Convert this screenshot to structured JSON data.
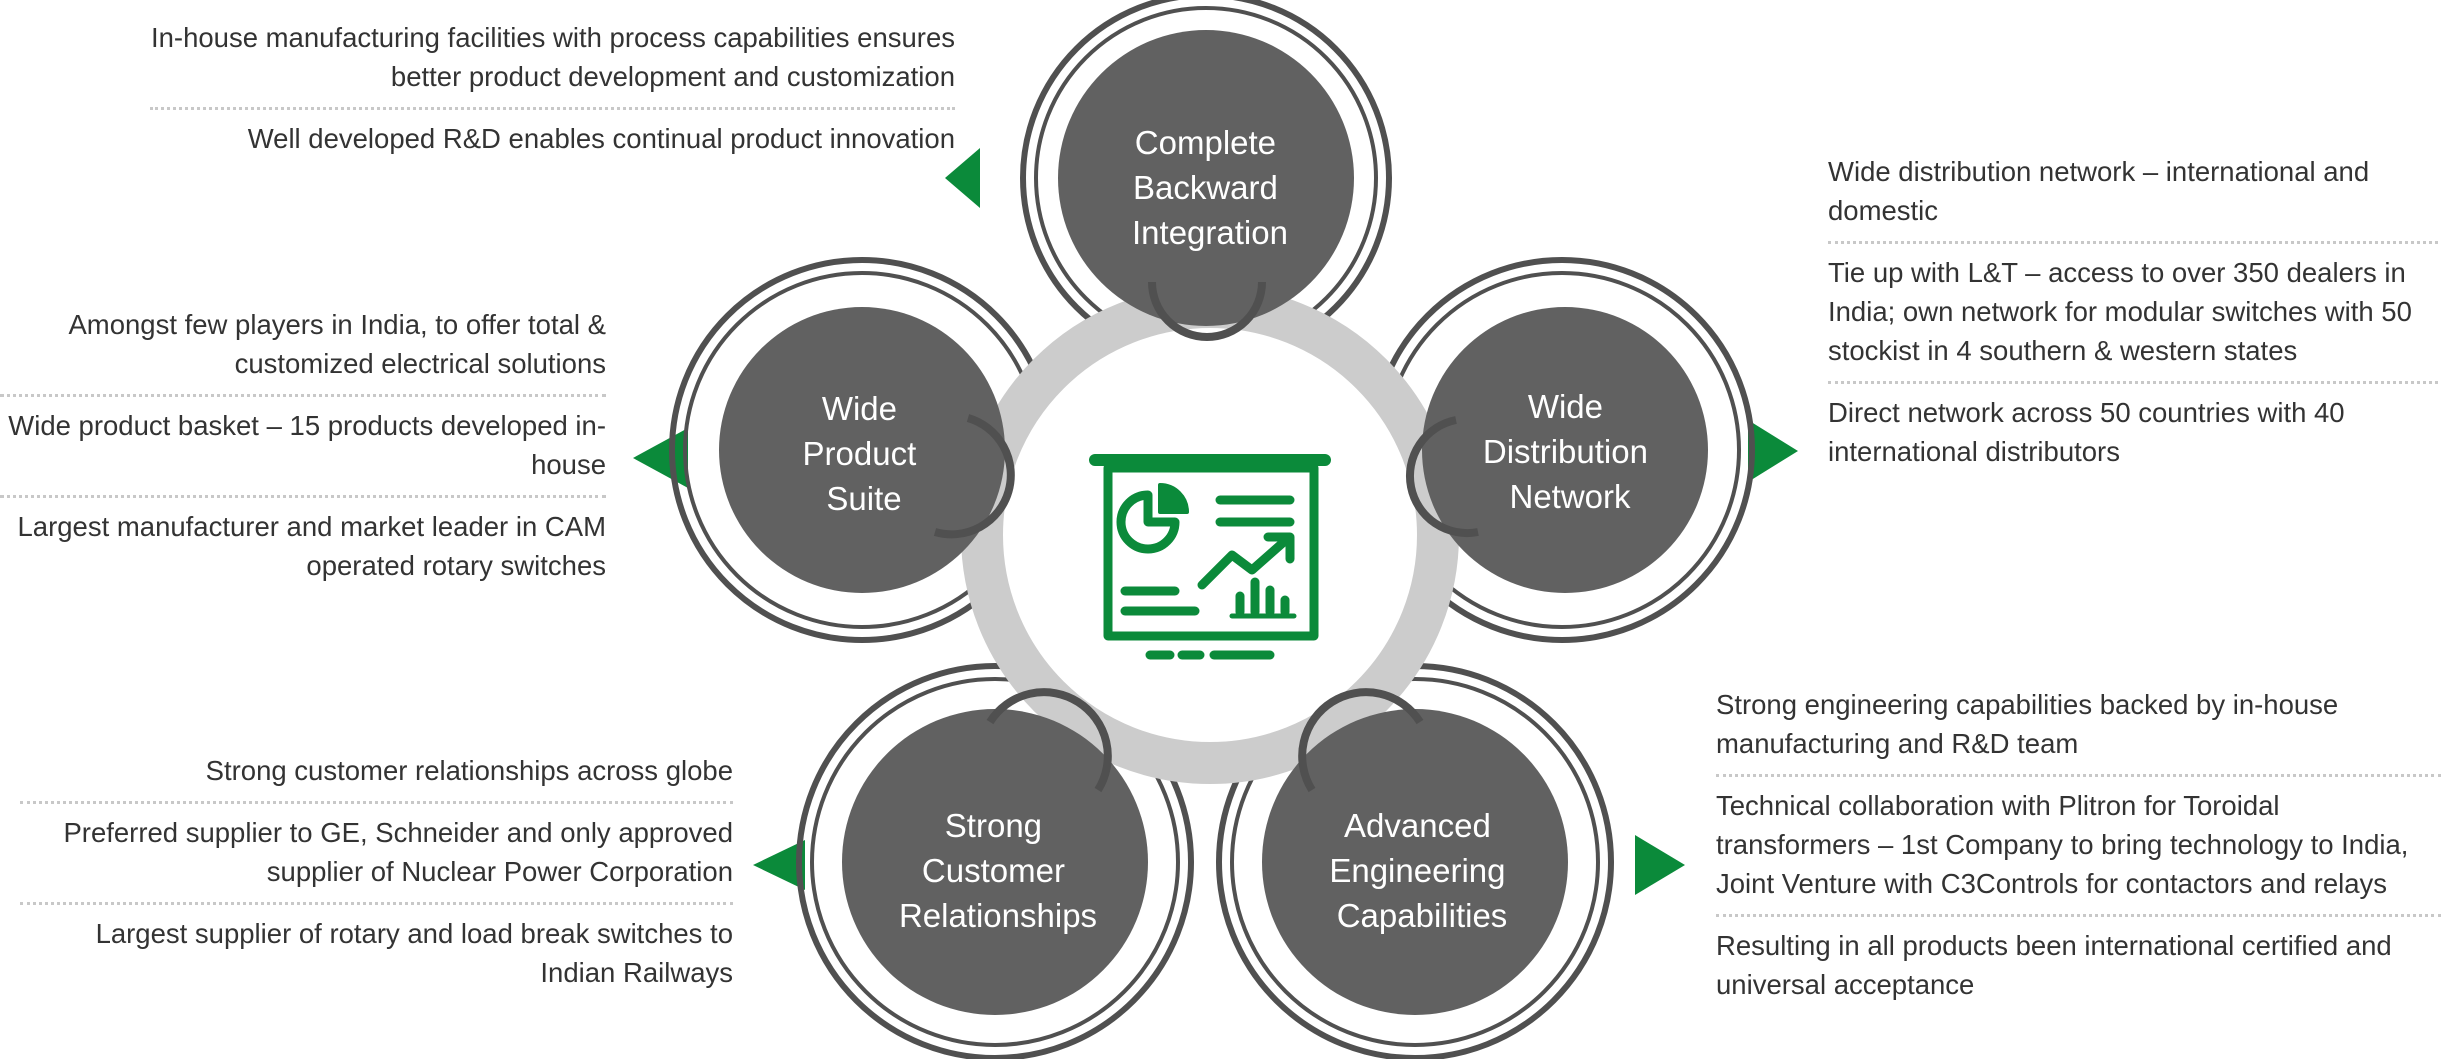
{
  "colors": {
    "node_fill": "#616161",
    "ring_stroke": "#505050",
    "hub_ring": "#cccccc",
    "accent_green": "#0b8a3a",
    "text": "#333333",
    "divider": "#c8c8c8"
  },
  "center_icon": "presentation-board-chart-icon",
  "nodes": {
    "backward": {
      "label_lines": [
        "Complete",
        "Backward",
        "Integration"
      ]
    },
    "product": {
      "label_lines": [
        "Wide",
        "Product",
        "Suite"
      ]
    },
    "distribution": {
      "label_lines": [
        "Wide",
        "Distribution",
        "Network"
      ]
    },
    "customer": {
      "label_lines": [
        "Strong",
        "Customer",
        "Relationships"
      ]
    },
    "engineering": {
      "label_lines": [
        "Advanced",
        "Engineering",
        "Capabilities"
      ]
    }
  },
  "blocks": {
    "backward": [
      "In-house manufacturing facilities with process capabilities ensures better product development and customization",
      "Well developed R&D enables continual product innovation"
    ],
    "product": [
      "Amongst few players in India, to offer total & customized electrical solutions",
      "Wide product basket – 15 products developed in-house",
      "Largest manufacturer and market leader in CAM operated rotary switches"
    ],
    "customer": [
      "Strong customer relationships across globe",
      "Preferred supplier to GE, Schneider and only approved supplier of Nuclear Power Corporation",
      "Largest supplier of rotary and load break switches to Indian Railways"
    ],
    "distribution": [
      "Wide distribution network – international and domestic",
      "Tie up with L&T – access to over 350 dealers in India; own network for modular  switches with 50 stockist in 4 southern & western states",
      "Direct network across 50 countries with 40 international distributors"
    ],
    "engineering": [
      "Strong engineering capabilities backed by in-house manufacturing and R&D team",
      "Technical collaboration with Plitron for Toroidal transformers – 1st Company to bring technology to India, Joint Venture with C3Controls for contactors and relays",
      "Resulting in all products been international certified and universal acceptance"
    ]
  }
}
